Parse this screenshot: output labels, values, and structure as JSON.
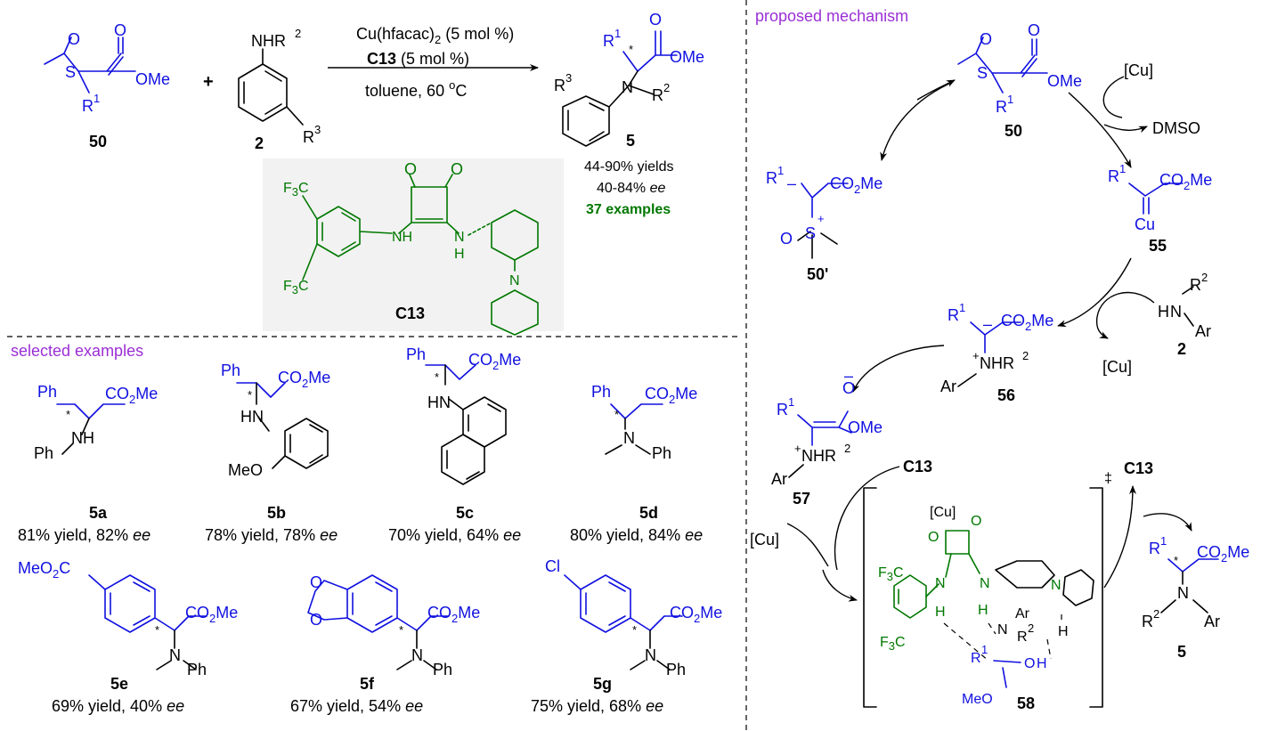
{
  "reaction": {
    "reactant_sulfoxonium": "50",
    "reactant_amine": "2",
    "plus_sign": "+",
    "catalyst_line": "Cu(hfacac)",
    "catalyst_sub": "2",
    "catalyst_loading": " (5 mol %)",
    "cocatalyst_line": "C13",
    "cocatalyst_loading": " (5 mol %)",
    "conditions": "toluene, 60 ",
    "conditions_unit": "C",
    "conditions_deg": "o",
    "product": "5",
    "yields": "44-90% yields",
    "ee_range": "40-84% ",
    "ee_word": "ee",
    "examples": "37 examples",
    "catalyst_label": "C13"
  },
  "labels": {
    "ome": "OMe",
    "o": "O",
    "s": "S",
    "r1": "R",
    "sup1": "1",
    "r2": "R",
    "sup2": "2",
    "r3": "R",
    "sup3": "3",
    "nhr": "NHR",
    "n": "N",
    "nh": "NH",
    "h": "H",
    "star": "*",
    "f3c": "F",
    "sub3": "3",
    "c": "C",
    "co2me_a": "CO",
    "co2me_sub": "2",
    "co2me_b": "Me",
    "ph": "Ph",
    "hn": "HN",
    "meo": "MeO",
    "meo2c_a": "MeO",
    "meo2c_sub": "2",
    "meo2c_b": "C",
    "cl": "Cl",
    "ar": "Ar",
    "cu": "Cu",
    "cu_bracket": "[Cu]",
    "dmso": "DMSO",
    "plus": "+",
    "minus": "–",
    "dagger": "‡"
  },
  "selected": {
    "title": "selected examples",
    "items": [
      {
        "id": "5a",
        "result": "81% yield, 82% ",
        "ee": "ee"
      },
      {
        "id": "5b",
        "result": "78% yield, 78% ",
        "ee": "ee"
      },
      {
        "id": "5c",
        "result": "70% yield, 64% ",
        "ee": "ee"
      },
      {
        "id": "5d",
        "result": "80% yield, 84% ",
        "ee": "ee"
      },
      {
        "id": "5e",
        "result": "69% yield, 40% ",
        "ee": "ee"
      },
      {
        "id": "5f",
        "result": "67% yield, 54% ",
        "ee": "ee"
      },
      {
        "id": "5g",
        "result": "75% yield, 68% ",
        "ee": "ee"
      }
    ]
  },
  "mechanism": {
    "title": "proposed mechanism",
    "cmp_50": "50",
    "cmp_50p": "50'",
    "cmp_55": "55",
    "cmp_2": "2",
    "cmp_56": "56",
    "cmp_57": "57",
    "cmp_58": "58",
    "cmp_5": "5",
    "c13_in": "C13",
    "c13_out": "C13"
  },
  "colors": {
    "black": "#000000",
    "blue": "#1010e0",
    "green": "#007800",
    "purple": "#9b2fd6",
    "catalyst_box": "#f2f2f2"
  }
}
